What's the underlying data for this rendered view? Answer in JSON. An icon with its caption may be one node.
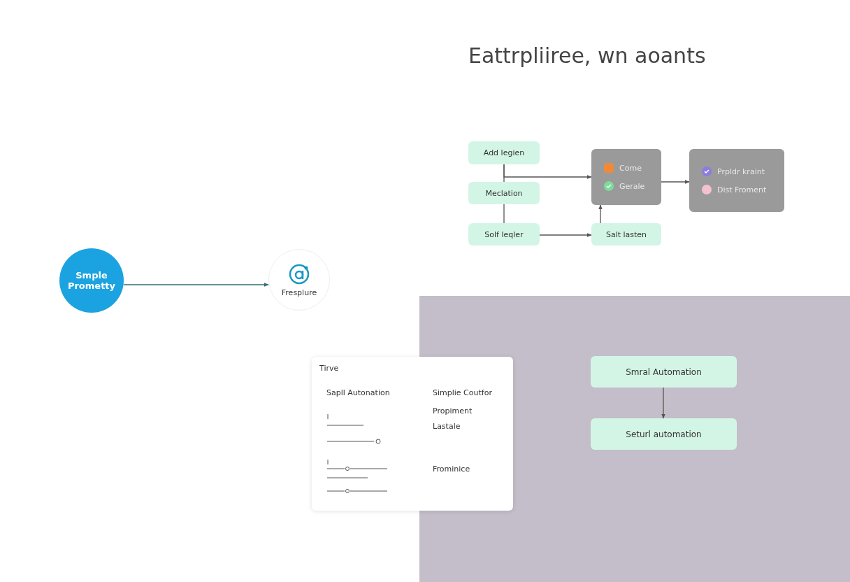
{
  "diagram": {
    "title": "Eattrpliiree, wn aoants",
    "nodes": [
      {
        "text": [
          "Smple Prometty"
        ]
      },
      {
        "text": [
          "Fresplure"
        ]
      },
      {
        "text": [
          "Add legien"
        ]
      },
      {
        "text": [
          "Meclation"
        ]
      },
      {
        "text": [
          "Solf leqler"
        ]
      },
      {
        "text": [
          "Come",
          "Gerale"
        ]
      },
      {
        "text": [
          "Prpldr kraint",
          "Dist Froment"
        ]
      },
      {
        "text": [
          "Salt lasten"
        ]
      },
      {
        "text": [],
        "shape": "box"
      },
      {
        "text": [
          "Smral Automation"
        ],
        "in": 8
      },
      {
        "text": [
          "Seturl automation"
        ],
        "in": 8
      },
      {
        "text": [
          "Tirve",
          "Sapll Autonation",
          "Simplie Coutfor",
          "Propiment",
          "Lastale",
          "Frominice"
        ]
      }
    ],
    "edges": [
      {
        "from": 0,
        "to": 1,
        "arrow": "to",
        "color": "#2f6f73"
      },
      {
        "from": 2,
        "to": 3,
        "arrow": "none"
      },
      {
        "from": 2,
        "to": 5,
        "arrow": "to"
      },
      {
        "from": 3,
        "to": 4,
        "arrow": "none"
      },
      {
        "from": 4,
        "to": 7,
        "arrow": "to"
      },
      {
        "from": 7,
        "to": 5,
        "arrow": "to"
      },
      {
        "from": 5,
        "to": 6,
        "arrow": "to"
      },
      {
        "from": 9,
        "to": 10,
        "arrow": "to"
      }
    ]
  }
}
